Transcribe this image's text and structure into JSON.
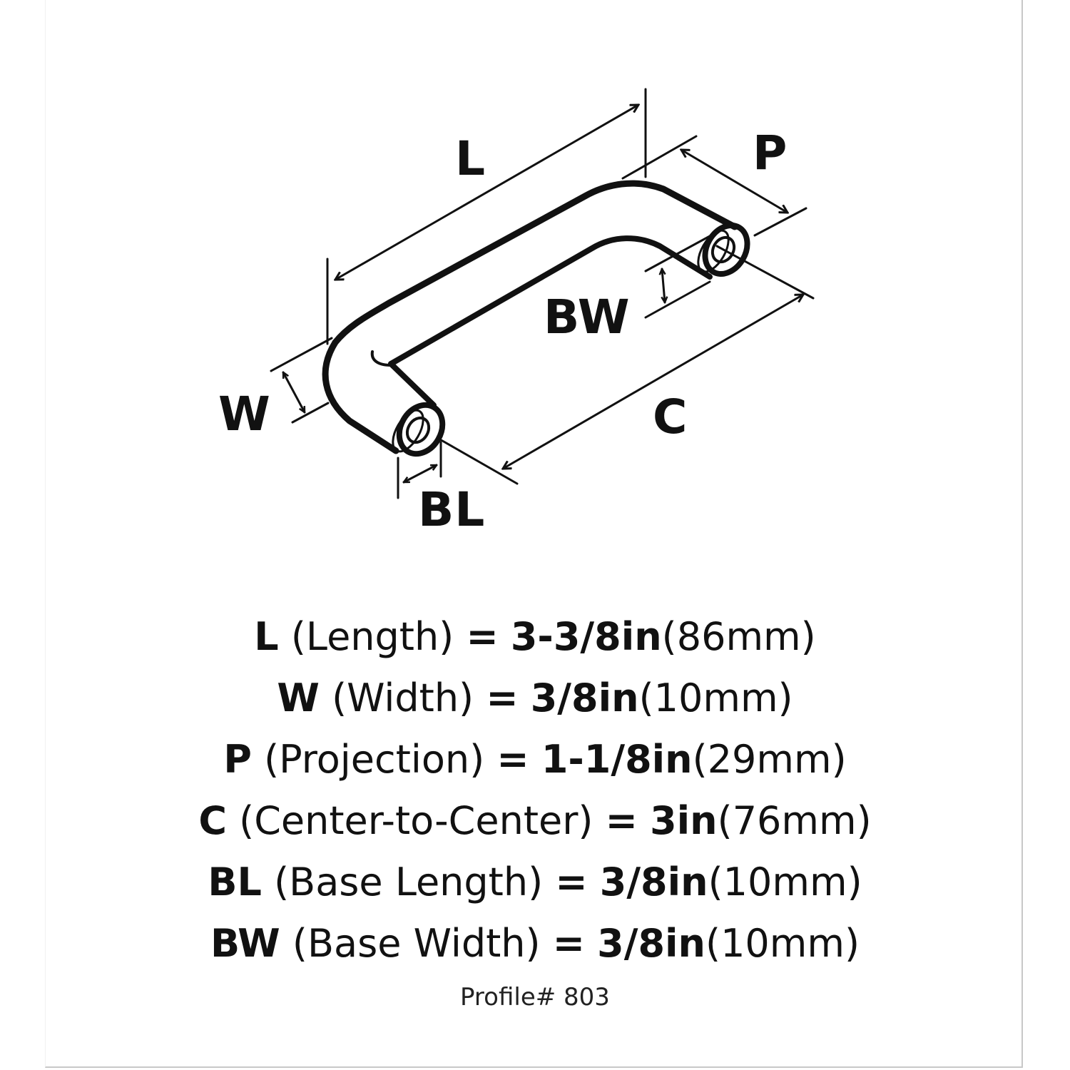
{
  "diagram": {
    "title": "Cabinet pull handle dimension diagram",
    "labels": {
      "L": "L",
      "P": "P",
      "BW": "BW",
      "W": "W",
      "C": "C",
      "BL": "BL"
    }
  },
  "specs": [
    {
      "code": "L",
      "name": "(Length)",
      "eq": "=",
      "inch": "3-3/8in",
      "mm": "(86mm)"
    },
    {
      "code": "W",
      "name": "(Width)",
      "eq": "=",
      "inch": "3/8in",
      "mm": "(10mm)"
    },
    {
      "code": "P",
      "name": "(Projection)",
      "eq": "=",
      "inch": "1-1/8in",
      "mm": "(29mm)"
    },
    {
      "code": "C",
      "name": "(Center-to-Center)",
      "eq": "=",
      "inch": "3in",
      "mm": "(76mm)"
    },
    {
      "code": "BL",
      "name": "(Base Length)",
      "eq": "=",
      "inch": "3/8in",
      "mm": "(10mm)"
    },
    {
      "code": "BW",
      "name": "(Base Width)",
      "eq": "=",
      "inch": "3/8in",
      "mm": "(10mm)"
    }
  ],
  "profile": "Profile# 803",
  "colors": {
    "ink": "#111111",
    "background": "#ffffff",
    "border": "#c8c8c8"
  }
}
